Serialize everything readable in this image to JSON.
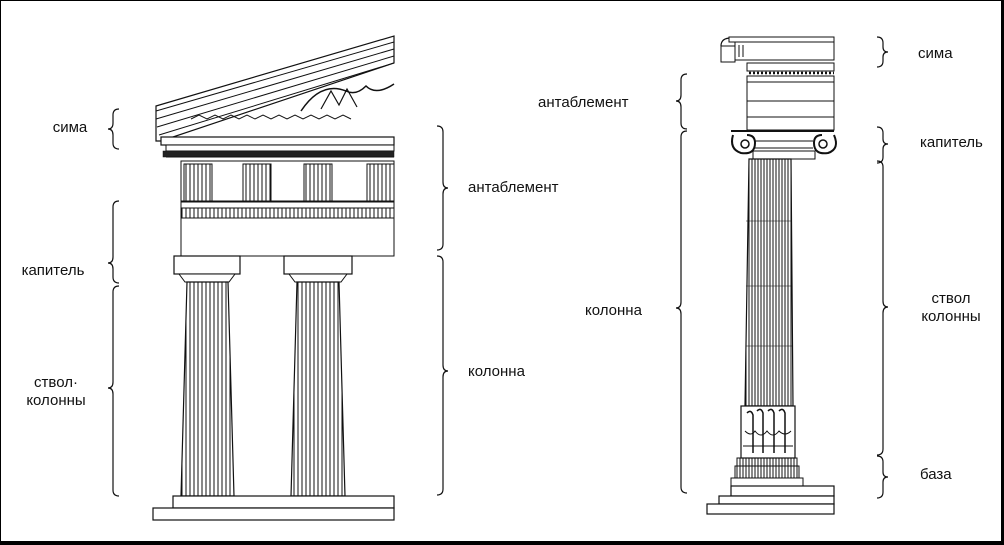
{
  "left_order": {
    "labels": {
      "sima": "сима",
      "capital": "капитель",
      "shaft_line1": "ствол·",
      "shaft_line2": "колонны",
      "entablature": "антаблемент",
      "column": "колонна"
    }
  },
  "right_order": {
    "labels": {
      "entablature": "антаблемент",
      "column": "колонна",
      "sima": "сима",
      "capital": "капитель",
      "shaft_line1": "ствол",
      "shaft_line2": "колонны",
      "base": "база"
    }
  }
}
